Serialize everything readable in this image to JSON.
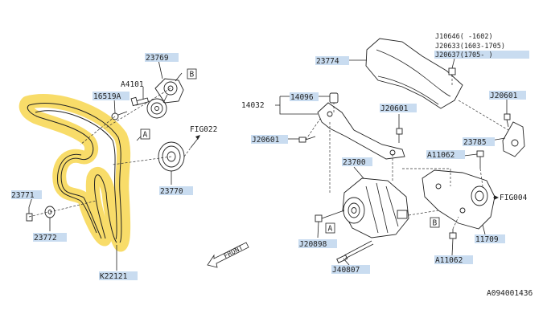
{
  "labels": {
    "p23769": "23769",
    "a4101": "A4101",
    "p16519a": "16519A",
    "fig022": "FIG022",
    "p23770": "23770",
    "p23771": "23771",
    "p23772": "23772",
    "k22121": "K22121",
    "front": "FRONT",
    "p23774": "23774",
    "p14096": "14096",
    "p14032": "14032",
    "j20601": "J20601",
    "j10646": "J10646(   -1602)",
    "j20633": "J20633(1603-1705)",
    "j20637": "J20637(1705-    )",
    "p23785": "23785",
    "a11062": "A11062",
    "p23700": "23700",
    "fig004": "FIG004",
    "j20898": "J20898",
    "p11709": "11709",
    "j40807": "J40807",
    "diagram_id": "A094001436"
  },
  "refs": {
    "a": "A",
    "b": "B"
  },
  "colors": {
    "label_highlight": "#c9dcf0",
    "belt_highlight": "#f7d64f",
    "line": "#222222"
  }
}
